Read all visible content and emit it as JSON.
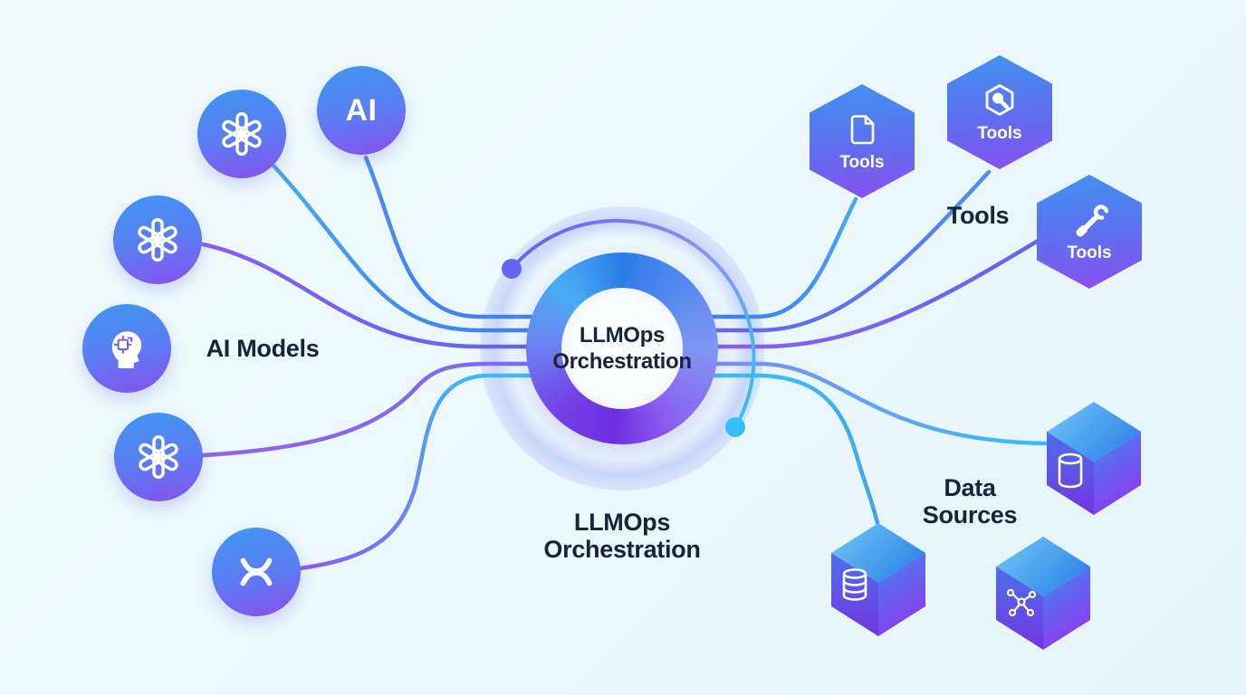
{
  "diagram": {
    "title": "LLMOps Orchestration diagram",
    "background": "#eaf7fb"
  },
  "center": {
    "line1": "LLMOps",
    "line2": "Orchestration",
    "ring_colors": [
      "#2e7ce9",
      "#8a5cf0",
      "#6d2fe0",
      "#49aef5"
    ]
  },
  "bottom_label": {
    "line1": "LLMOps",
    "line2": "Orchestration"
  },
  "left_group": {
    "label": "AI Models",
    "ai_badge_text": "AI",
    "nodes": [
      {
        "icon": "openai-logo-icon"
      },
      {
        "icon": "ai-badge"
      },
      {
        "icon": "openai-logo-icon"
      },
      {
        "icon": "ai-head-circuit-icon"
      },
      {
        "icon": "openai-logo-icon"
      },
      {
        "icon": "xrp-x-icon"
      }
    ],
    "node_gradient": [
      "#3f97f2",
      "#8a4ff0"
    ]
  },
  "tools_group": {
    "label": "Tools",
    "hexagons": [
      {
        "icon": "document-icon",
        "label": "Tools"
      },
      {
        "icon": "hexagon-search-icon",
        "label": "Tools"
      },
      {
        "icon": "wrench-screwdriver-icon",
        "label": "Tools"
      }
    ],
    "hex_gradient": [
      "#4193f0",
      "#8b4ff0"
    ]
  },
  "data_group": {
    "label_line1": "Data",
    "label_line2": "Sources",
    "cubes": [
      {
        "icon": "database-cylinder-icon"
      },
      {
        "icon": "database-stack-icon"
      },
      {
        "icon": "network-graph-icon"
      }
    ],
    "cube_colors": {
      "top": "#74c9f6",
      "left": "#7434e0",
      "right": "#8b3af0"
    }
  },
  "connector_colors": {
    "sky": "#38bdf8",
    "blue": "#3b82f6",
    "indigo": "#6366f1",
    "purple": "#8b5cf6"
  },
  "text_color": "#16243c"
}
